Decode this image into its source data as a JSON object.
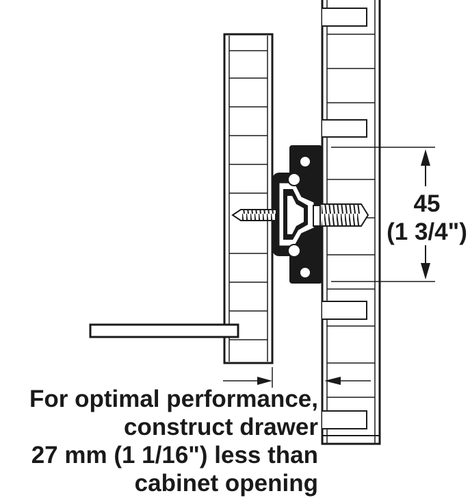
{
  "dimension": {
    "value_mm": "45",
    "value_in": "(1 3/4\")"
  },
  "note": {
    "line1": "For optimal performance,",
    "line2": "construct drawer",
    "line3": "27 mm (1 1/16\")  less than",
    "line4": "cabinet opening"
  }
}
